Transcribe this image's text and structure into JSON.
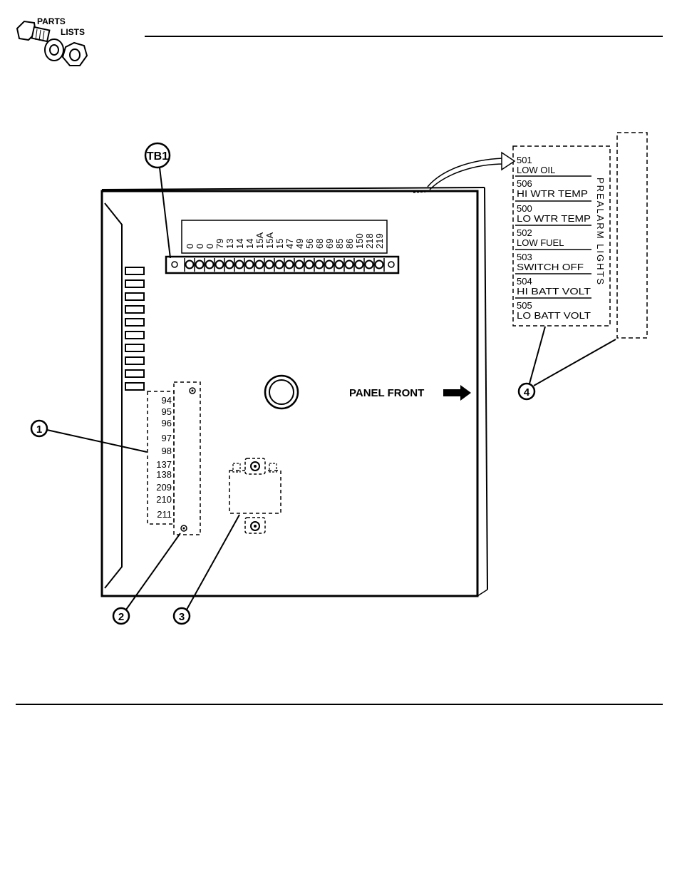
{
  "header": {
    "icon_name": "parts-lists-icon",
    "icon_line1": "PARTS",
    "icon_line2": "LISTS"
  },
  "diagram": {
    "tb1_label": "TB1",
    "terminal_labels": [
      "0",
      "0",
      "0",
      "79",
      "13",
      "14",
      "14",
      "15A",
      "15A",
      "15",
      "47",
      "49",
      "56",
      "68",
      "69",
      "85",
      "86",
      "150",
      "218",
      "219"
    ],
    "side_numbers": [
      "94",
      "95",
      "96",
      "97",
      "98",
      "137",
      "138",
      "209",
      "210",
      "211"
    ],
    "panel_front_label": "PANEL FRONT",
    "prealarm_title": "PREALARM LIGHTS",
    "prealarm_lights": [
      {
        "code": "501",
        "name": "LOW OIL"
      },
      {
        "code": "506",
        "name": "HI WTR TEMP"
      },
      {
        "code": "500",
        "name": "LO WTR TEMP"
      },
      {
        "code": "502",
        "name": "LOW FUEL"
      },
      {
        "code": "503",
        "name": "SWITCH OFF"
      },
      {
        "code": "504",
        "name": "HI BATT VOLT"
      },
      {
        "code": "505",
        "name": "LO BATT VOLT"
      }
    ],
    "callouts": [
      "1",
      "2",
      "3",
      "4"
    ]
  },
  "colors": {
    "ink": "#000000",
    "paper": "#ffffff"
  }
}
